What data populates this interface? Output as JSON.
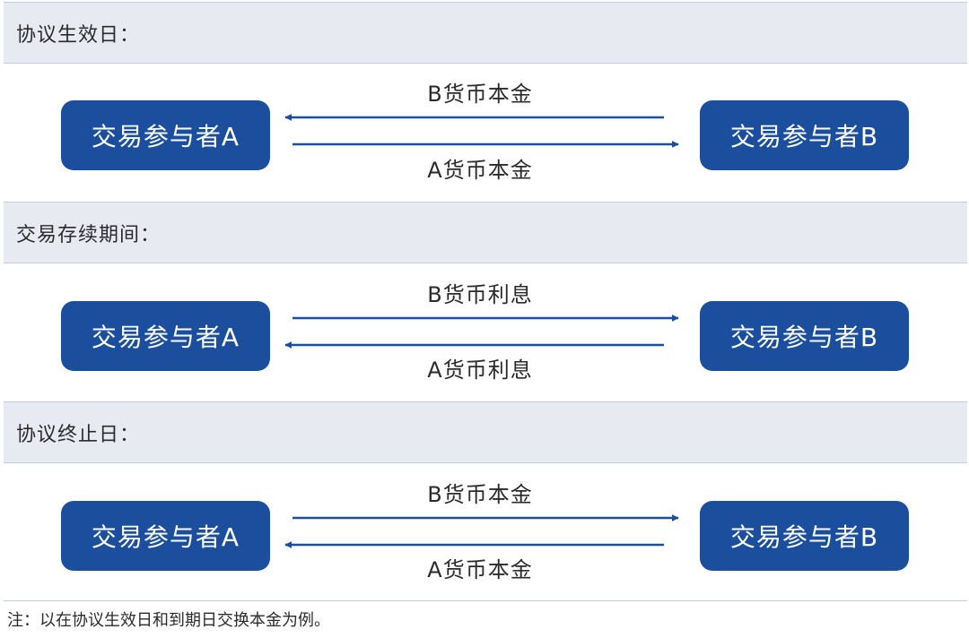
{
  "sections": [
    {
      "title": "协议生效日：",
      "party_a": "交易参与者A",
      "party_b": "交易参与者B",
      "flows": [
        {
          "label": "B货币本金",
          "direction": "to-a"
        },
        {
          "label": "A货币本金",
          "direction": "to-b"
        }
      ]
    },
    {
      "title": "交易存续期间：",
      "party_a": "交易参与者A",
      "party_b": "交易参与者B",
      "flows": [
        {
          "label": "B货币利息",
          "direction": "to-b"
        },
        {
          "label": "A货币利息",
          "direction": "to-a"
        }
      ]
    },
    {
      "title": "协议终止日：",
      "party_a": "交易参与者A",
      "party_b": "交易参与者B",
      "flows": [
        {
          "label": "B货币本金",
          "direction": "to-b"
        },
        {
          "label": "A货币本金",
          "direction": "to-a"
        }
      ]
    }
  ],
  "footnote": "注：以在协议生效日和到期日交换本金为例。",
  "colors": {
    "party_box": "#1b4f9e",
    "arrow": "#1b4f9e",
    "header_bg": "#e8eaf2"
  }
}
